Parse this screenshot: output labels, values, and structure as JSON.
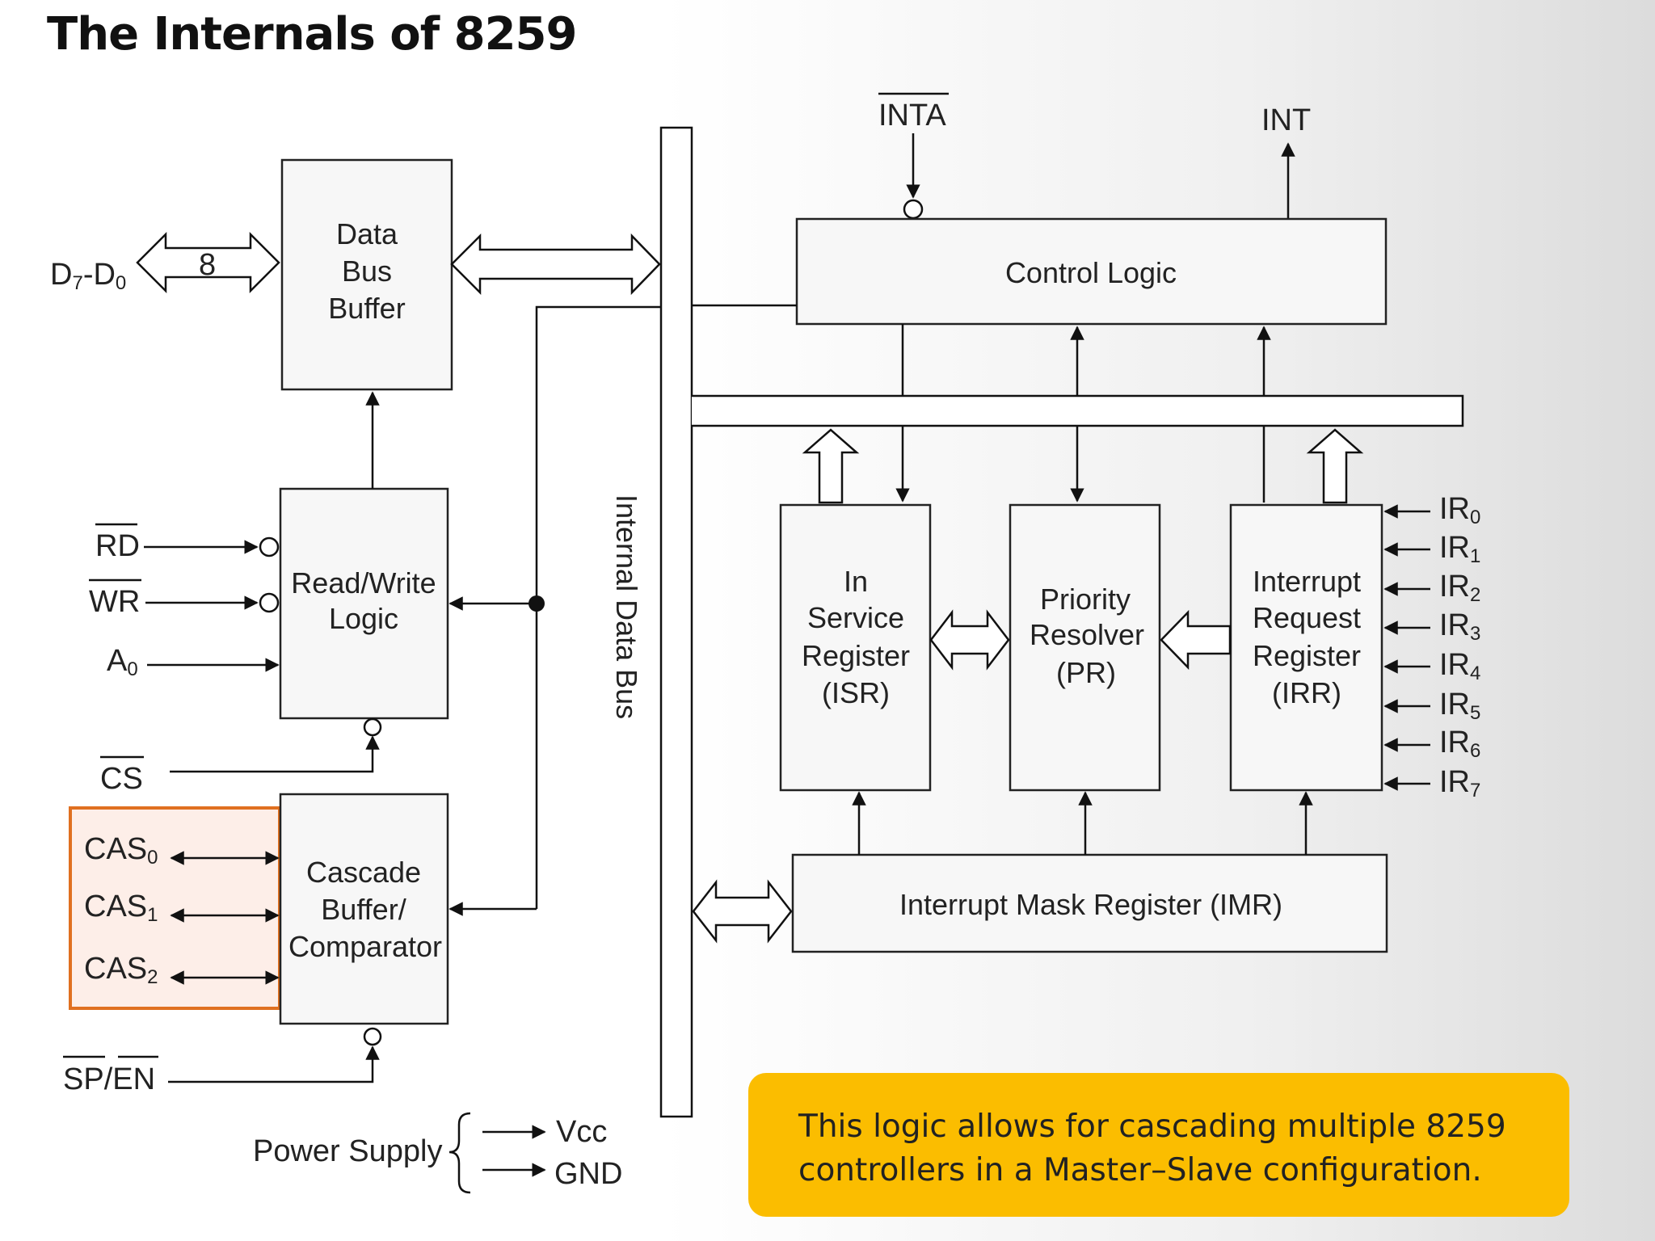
{
  "title": "The Internals of 8259",
  "blocks": {
    "data_bus_buffer": [
      "Data",
      "Bus",
      "Buffer"
    ],
    "read_write_logic": [
      "Read/Write",
      "Logic"
    ],
    "cascade_buffer": [
      "Cascade",
      "Buffer/",
      "Comparator"
    ],
    "control_logic": "Control Logic",
    "isr": [
      "In",
      "Service",
      "Register",
      "(ISR)"
    ],
    "priority_resolver": [
      "Priority",
      "Resolver",
      "(PR)"
    ],
    "irr": [
      "Interrupt",
      "Request",
      "Register",
      "(IRR)"
    ],
    "imr": "Interrupt Mask Register (IMR)"
  },
  "bus_label": "Internal Data Bus",
  "signals": {
    "data_bus": {
      "main": "D",
      "sub1": "7",
      "sep": "-D",
      "sub2": "0"
    },
    "bus_width": "8",
    "rd": "RD",
    "wr": "WR",
    "a0": {
      "main": "A",
      "sub": "0"
    },
    "cs": "CS",
    "sp": "SP",
    "en_sep": "/",
    "en": "EN",
    "inta": "INTA",
    "int": "INT",
    "cas": [
      {
        "main": "CAS",
        "sub": "0"
      },
      {
        "main": "CAS",
        "sub": "1"
      },
      {
        "main": "CAS",
        "sub": "2"
      }
    ],
    "ir": [
      {
        "main": "IR",
        "sub": "0"
      },
      {
        "main": "IR",
        "sub": "1"
      },
      {
        "main": "IR",
        "sub": "2"
      },
      {
        "main": "IR",
        "sub": "3"
      },
      {
        "main": "IR",
        "sub": "4"
      },
      {
        "main": "IR",
        "sub": "5"
      },
      {
        "main": "IR",
        "sub": "6"
      },
      {
        "main": "IR",
        "sub": "7"
      }
    ],
    "power_label": "Power Supply",
    "vcc": "Vcc",
    "gnd": "GND"
  },
  "callout": "This logic allows for cascading multiple 8259 controllers in a Master–Slave configuration.",
  "colors": {
    "callout_bg": "#fbbd00",
    "highlight_border": "#e07020",
    "highlight_fill": "#fdeee8"
  }
}
